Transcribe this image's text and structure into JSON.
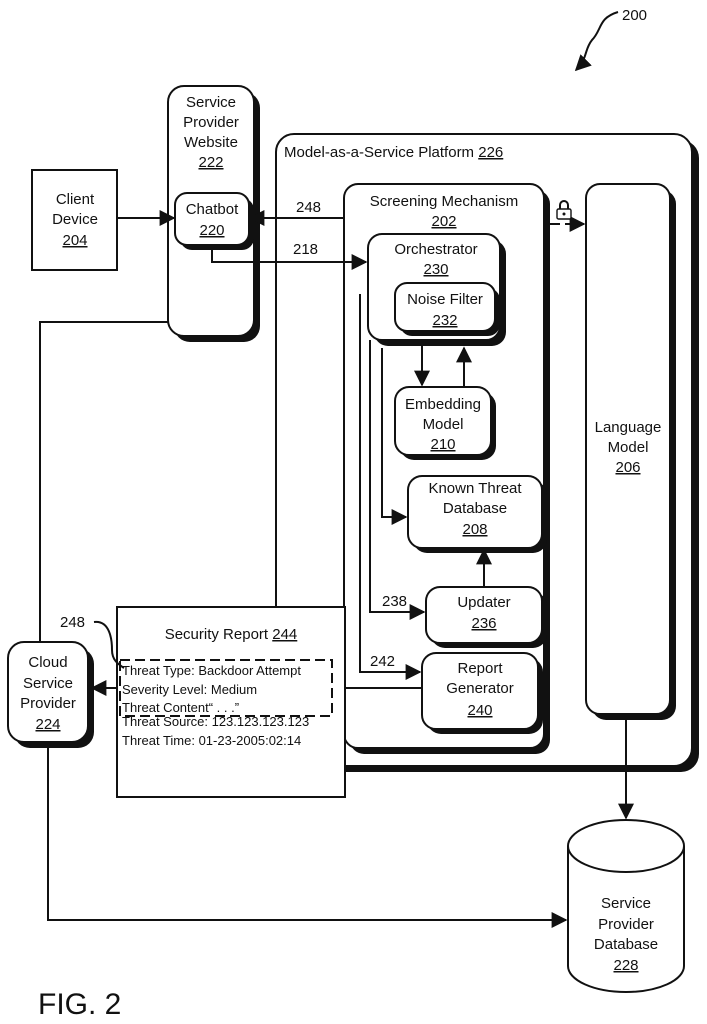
{
  "figure": {
    "fig_ref": "200",
    "caption": "FIG. 2"
  },
  "client_device": {
    "line1": "Client",
    "line2": "Device",
    "ref": "204"
  },
  "website": {
    "line1": "Service",
    "line2": "Provider",
    "line3": "Website",
    "ref": "222"
  },
  "chatbot": {
    "label": "Chatbot",
    "ref": "220"
  },
  "platform": {
    "label": "Model-as-a-Service Platform",
    "ref": "226"
  },
  "screening": {
    "label": "Screening Mechanism",
    "ref": "202"
  },
  "orchestrator": {
    "label": "Orchestrator",
    "ref": "230"
  },
  "noise_filter": {
    "label": "Noise Filter",
    "ref": "232"
  },
  "embedding_model": {
    "line1": "Embedding",
    "line2": "Model",
    "ref": "210"
  },
  "known_threat_db": {
    "line1": "Known Threat",
    "line2": "Database",
    "ref": "208"
  },
  "updater": {
    "label": "Updater",
    "ref": "236"
  },
  "report_generator": {
    "line1": "Report",
    "line2": "Generator",
    "ref": "240"
  },
  "language_model": {
    "line1": "Language",
    "line2": "Model",
    "ref": "206"
  },
  "cloud_provider": {
    "line1": "Cloud",
    "line2": "Service",
    "line3": "Provider",
    "ref": "224"
  },
  "provider_db": {
    "line1": "Service",
    "line2": "Provider",
    "line3": "Database",
    "ref": "228"
  },
  "security_report": {
    "label": "Security Report",
    "ref": "244",
    "callout_ref": "248",
    "lines": [
      "Threat Type: Backdoor Attempt",
      "Severity Level: Medium",
      "Threat Content“ . . .”",
      "Threat Source: 123.123.123.123",
      "Threat Time: 01-23-2005:02:14"
    ]
  },
  "arrows": {
    "response": "248",
    "request": "218",
    "update": "238",
    "report": "242"
  }
}
